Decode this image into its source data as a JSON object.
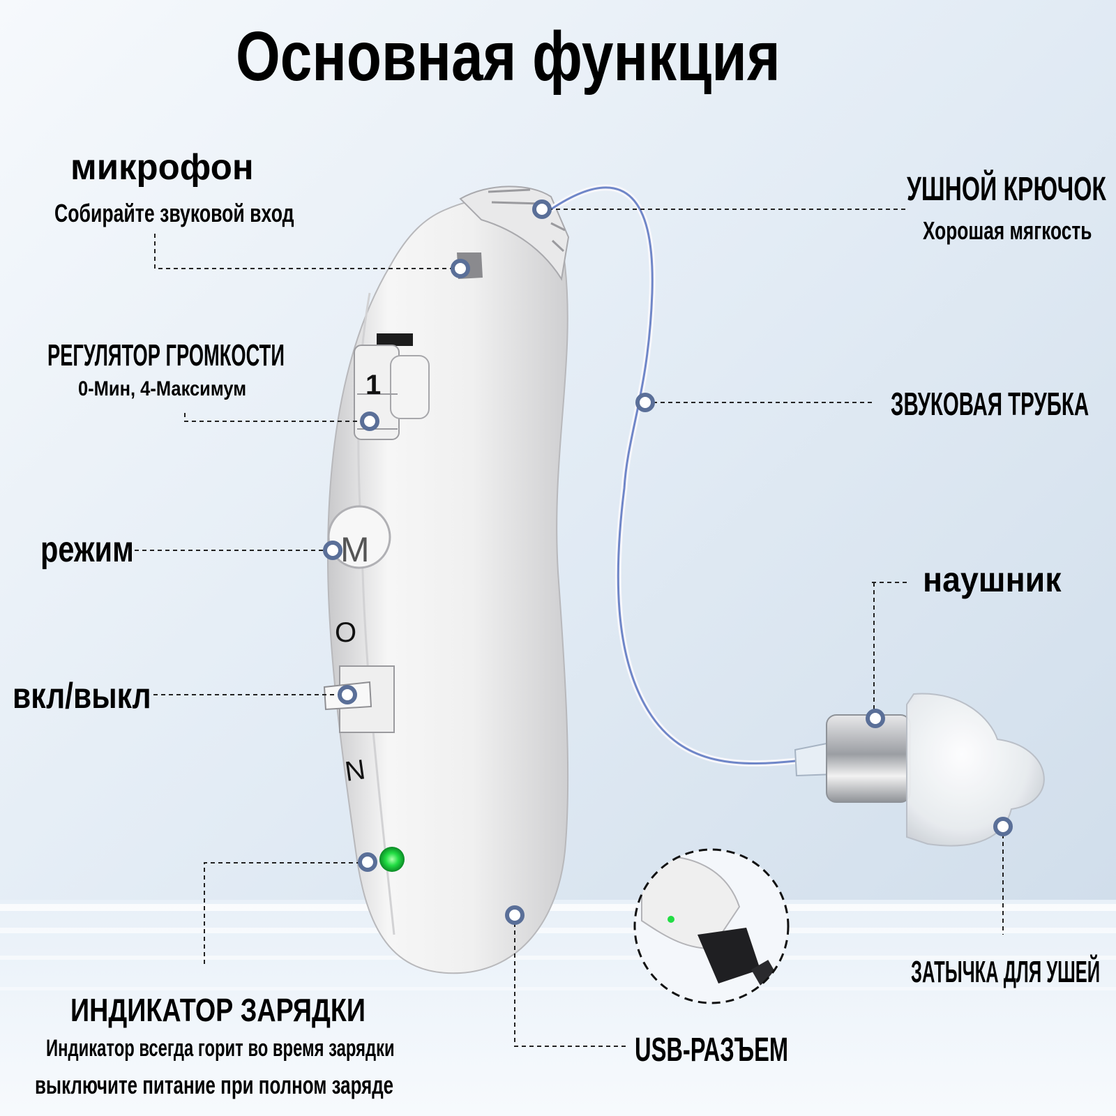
{
  "title": "Основная функция",
  "callouts": {
    "microphone": {
      "label": "микрофон",
      "desc": "Собирайте звуковой вход"
    },
    "ear_hook": {
      "label": "УШНОЙ КРЮЧОК",
      "desc": "Хорошая мягкость"
    },
    "volume": {
      "label": "РЕГУЛЯТОР ГРОМКОСТИ",
      "desc": "0-Мин, 4-Максимум"
    },
    "sound_tube": {
      "label": "ЗВУКОВАЯ ТРУБКА"
    },
    "mode": {
      "label": "режим"
    },
    "earphone": {
      "label": "наушник"
    },
    "power": {
      "label": "вкл/выкл"
    },
    "charge_indicator": {
      "label": "ИНДИКАТОР ЗАРЯДКИ",
      "desc_line1": "Индикатор всегда горит во время зарядки",
      "desc_line2": "выключите питание при полном заряде"
    },
    "ear_plug": {
      "label": "ЗАТЫЧКА ДЛЯ УШЕЙ"
    },
    "usb": {
      "label": "USB-РАЗЪЕМ"
    }
  },
  "device": {
    "volume_digit": "1",
    "mode_button": "M",
    "switch_on": "O",
    "switch_off": "N"
  },
  "colors": {
    "background": "#dfe9f3",
    "device_body": "#eeeeee",
    "marker": "#5a6f98",
    "led": "#22dd44",
    "tube": "#6f86c8"
  }
}
